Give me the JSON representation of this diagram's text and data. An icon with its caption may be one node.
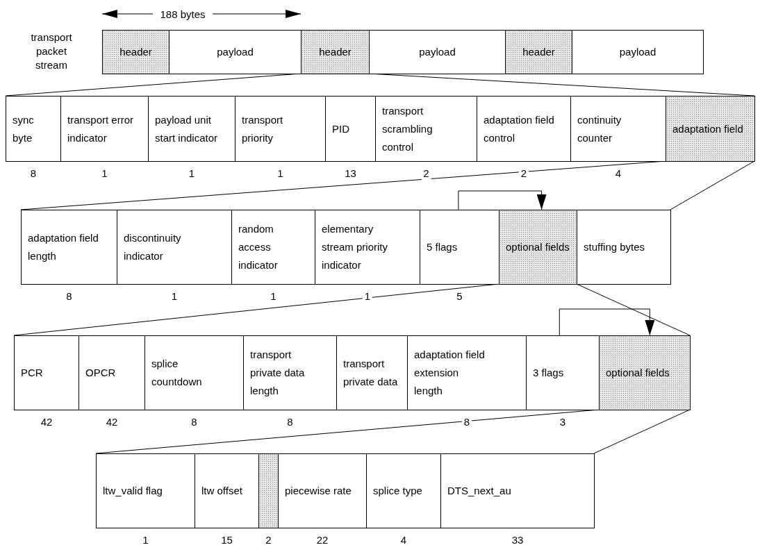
{
  "diagram": {
    "nodes": [
      {
        "text": [
          "header"
        ]
      },
      {
        "text": [
          "payload"
        ]
      },
      {
        "text": [
          "header"
        ]
      },
      {
        "text": [
          "payload"
        ]
      },
      {
        "text": [
          "header"
        ]
      },
      {
        "text": [
          "payload"
        ]
      },
      {
        "text": [
          "sync byte"
        ],
        "beside": [
          "8"
        ]
      },
      {
        "text": [
          "transport error indicator"
        ],
        "beside": [
          "1"
        ]
      },
      {
        "text": [
          "payload unit start indicator"
        ],
        "beside": [
          "1"
        ]
      },
      {
        "text": [
          "transport priority"
        ],
        "beside": [
          "1"
        ]
      },
      {
        "text": [
          "PID"
        ],
        "beside": [
          "13"
        ]
      },
      {
        "text": [
          "transport scrambling control"
        ],
        "beside": [
          "2"
        ]
      },
      {
        "text": [
          "adaptation field control"
        ],
        "beside": [
          "2"
        ]
      },
      {
        "text": [
          "continuity counter"
        ],
        "beside": [
          "4"
        ]
      },
      {
        "text": [
          "adaptation field"
        ]
      },
      {
        "text": [
          "adaptation field length"
        ],
        "beside": [
          "8"
        ]
      },
      {
        "text": [
          "discontinuity indicator"
        ],
        "beside": [
          "1"
        ]
      },
      {
        "text": [
          "random access indicator"
        ],
        "beside": [
          "1"
        ]
      },
      {
        "text": [
          "elementary stream priority indicator"
        ],
        "beside": [
          "1"
        ]
      },
      {
        "text": [
          "5 flags"
        ],
        "beside": [
          "5"
        ]
      },
      {
        "text": [
          "optional fields"
        ]
      },
      {
        "text": [
          "stuffing bytes"
        ]
      },
      {
        "text": [
          "PCR"
        ],
        "beside": [
          "42"
        ]
      },
      {
        "text": [
          "OPCR"
        ],
        "beside": [
          "42"
        ]
      },
      {
        "text": [
          "splice countdown"
        ],
        "beside": [
          "8"
        ]
      },
      {
        "text": [
          "transport private data length"
        ],
        "beside": [
          "8"
        ]
      },
      {
        "text": [
          "transport private data"
        ]
      },
      {
        "text": [
          "adaptation field extension length"
        ],
        "beside": [
          "8"
        ]
      },
      {
        "text": [
          "3 flags"
        ],
        "beside": [
          "3"
        ]
      },
      {
        "text": [
          "optional fields"
        ]
      },
      {
        "text": [
          "ltw_valid flag"
        ],
        "beside": [
          "1"
        ]
      },
      {
        "text": [
          "ltw offset"
        ],
        "beside": [
          "15"
        ]
      },
      {
        "text": [],
        "shape": "box",
        "beside": [
          "2"
        ]
      },
      {
        "text": [
          "piecewise rate"
        ],
        "beside": [
          "22"
        ]
      },
      {
        "text": [
          "splice type"
        ],
        "beside": [
          "4"
        ]
      },
      {
        "text": [
          "DTS_next_au"
        ],
        "beside": [
          "33"
        ]
      }
    ],
    "edges": [
      {
        "from": 2,
        "to": 6,
        "arrow": "none"
      },
      {
        "from": 2,
        "to": 14,
        "arrow": "none"
      },
      {
        "from": 14,
        "to": 15,
        "arrow": "none"
      },
      {
        "from": 14,
        "to": 21,
        "arrow": "none"
      },
      {
        "from": 19,
        "to": 20,
        "arrow": "to"
      },
      {
        "from": 20,
        "to": 22,
        "arrow": "none"
      },
      {
        "from": 20,
        "to": 29,
        "arrow": "none"
      },
      {
        "from": 28,
        "to": 29,
        "arrow": "to"
      },
      {
        "from": 29,
        "to": 30,
        "arrow": "none"
      },
      {
        "from": 29,
        "to": 35,
        "arrow": "none"
      }
    ],
    "labels": [
      "188 bytes",
      "transport packet stream"
    ]
  }
}
